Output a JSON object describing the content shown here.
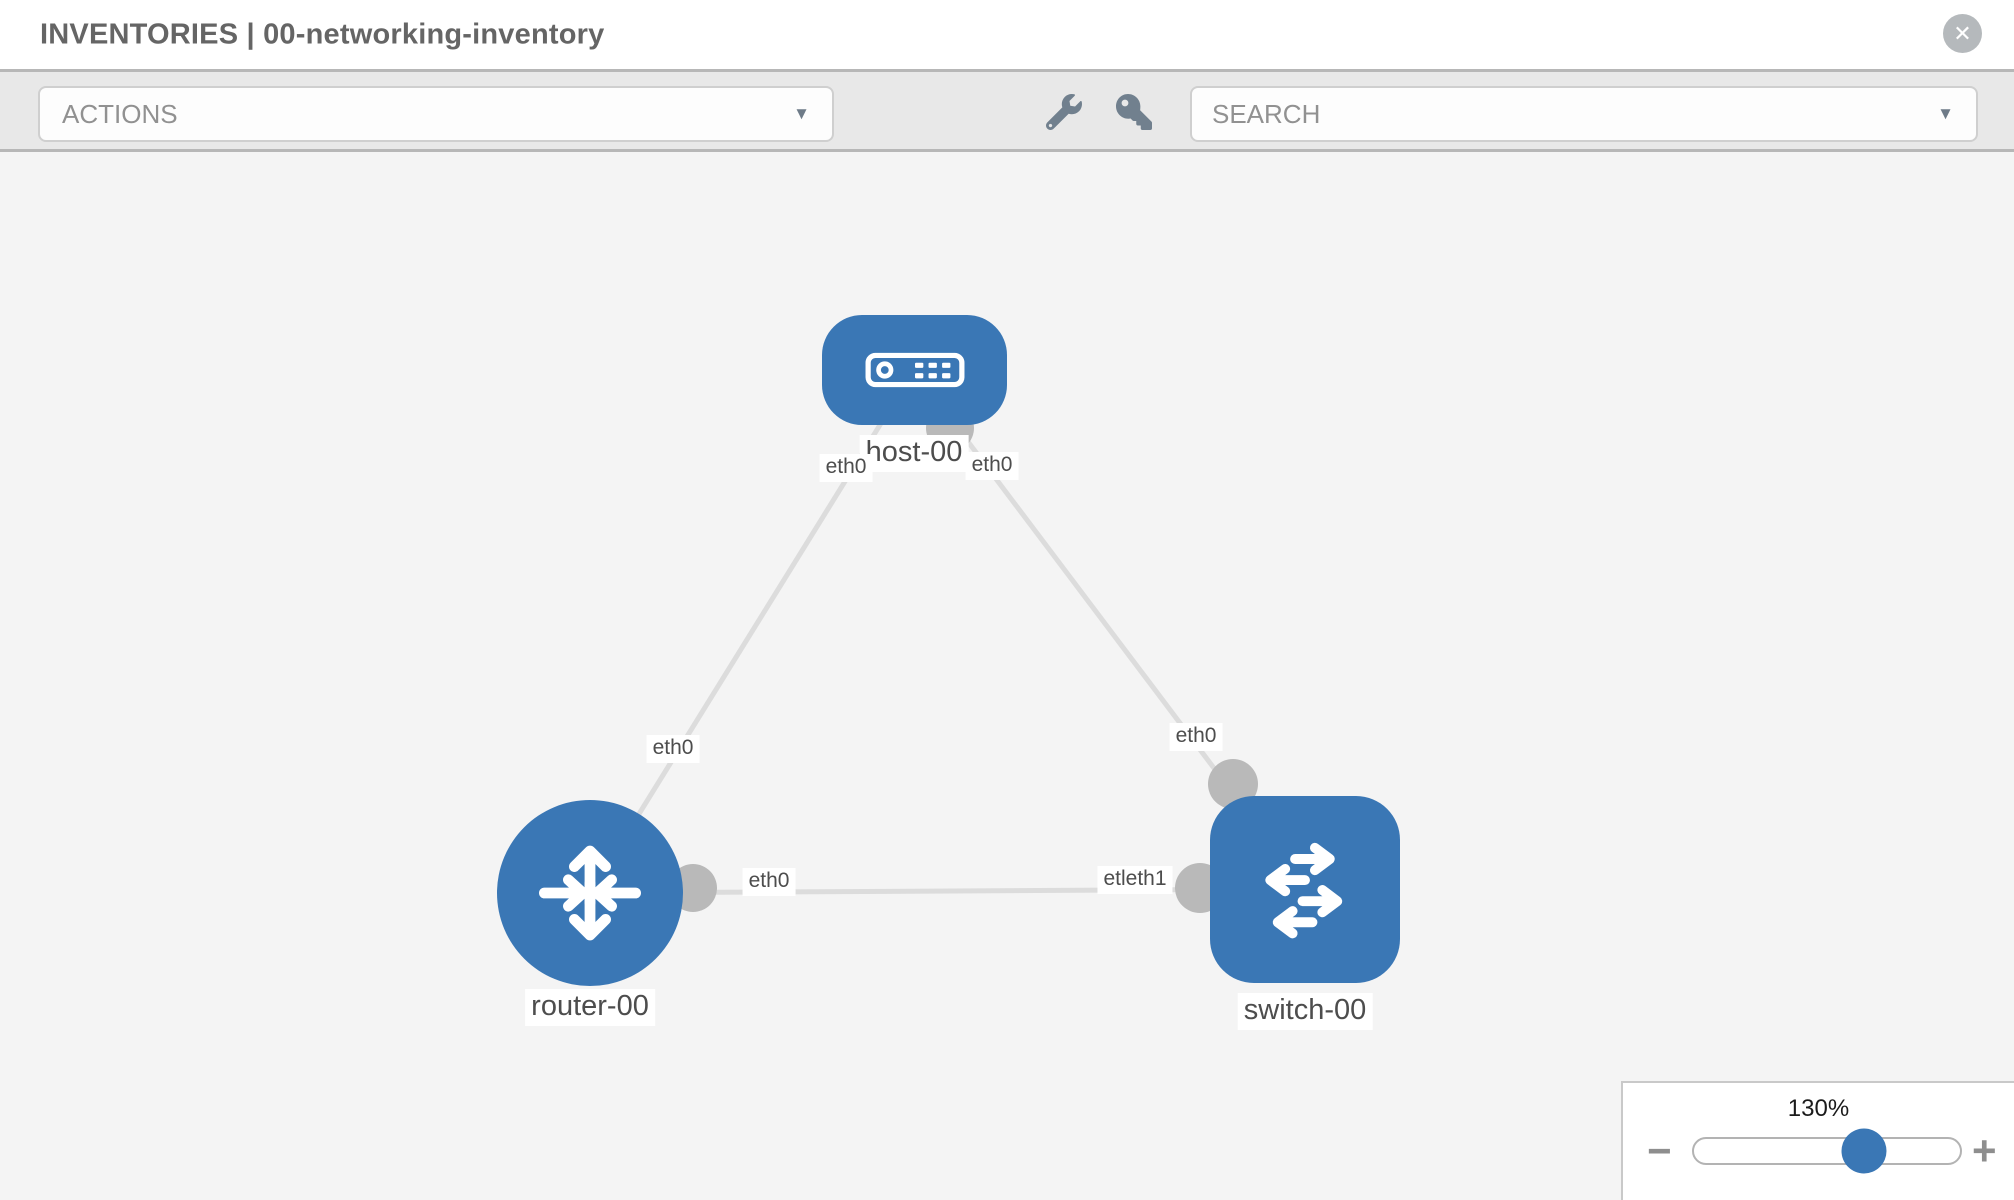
{
  "header": {
    "title": "INVENTORIES | 00-networking-inventory",
    "close_glyph": "✕"
  },
  "toolbar": {
    "actions_dropdown": {
      "label": "ACTIONS",
      "caret_glyph": "▼"
    },
    "tools": [
      {
        "icon": "wrench-icon"
      },
      {
        "icon": "key-icon"
      }
    ],
    "search": {
      "placeholder": "SEARCH",
      "caret_glyph": "▼"
    }
  },
  "topology": {
    "nodes": [
      {
        "label": "host-00",
        "type": "host",
        "icon": "host-device-icon"
      },
      {
        "label": "router-00",
        "type": "router",
        "icon": "router-arrows-icon"
      },
      {
        "label": "switch-00",
        "type": "switch",
        "icon": "switch-arrows-icon"
      }
    ],
    "links": [
      {
        "from": "router-00",
        "to": "host-00"
      },
      {
        "from": "host-00",
        "to": "switch-00"
      },
      {
        "from": "router-00",
        "to": "switch-00"
      }
    ],
    "interfaces": [
      {
        "label": "eth0"
      },
      {
        "label": "eth0"
      },
      {
        "label": "eth0"
      },
      {
        "label": "eth0"
      },
      {
        "label": "eth0"
      },
      {
        "label": "etleth1"
      }
    ],
    "colors": {
      "node_blue": "#3a77b5",
      "link_gray": "#dcdcdc",
      "dot_gray": "#b9b9b9"
    }
  },
  "zoom_control": {
    "level_label": "130%",
    "percent": 130,
    "minus_glyph": "−",
    "plus_glyph": "+"
  }
}
